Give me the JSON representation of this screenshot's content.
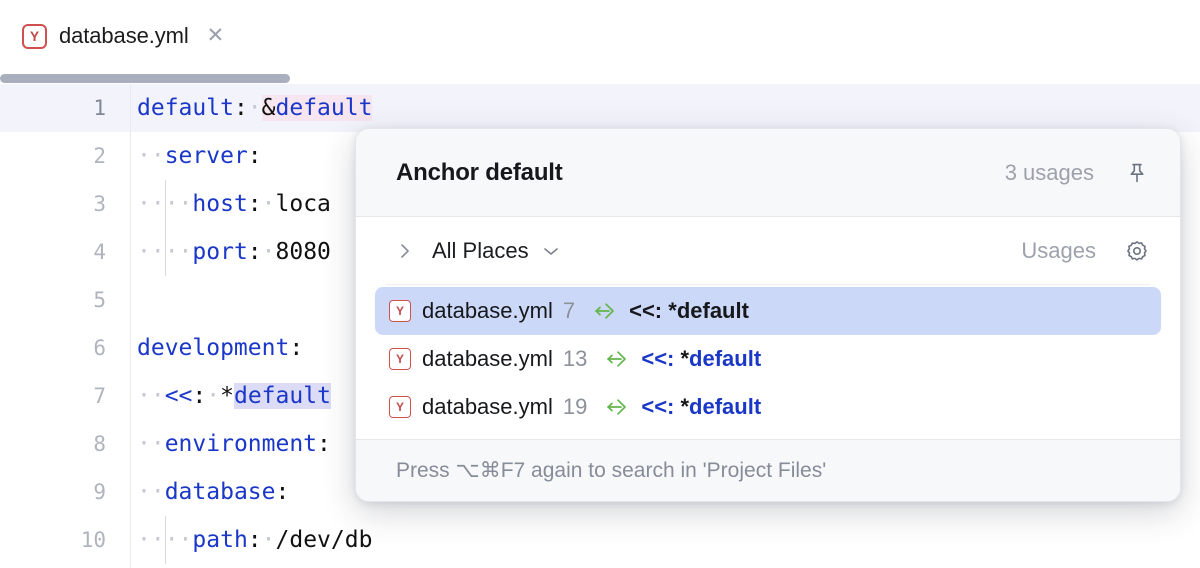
{
  "tab": {
    "file_icon": "yaml-file-icon",
    "icon_letter": "Y",
    "title": "database.yml",
    "close_glyph": "✕"
  },
  "editor": {
    "lines": [
      {
        "number": "1",
        "current": true,
        "indent_guides": 0,
        "segments": [
          {
            "text": "default",
            "style": "key"
          },
          {
            "text": ":",
            "style": "punc"
          },
          {
            "text": "·",
            "style": "ws"
          },
          {
            "text": "&",
            "style": "punc-hl"
          },
          {
            "text": "default",
            "style": "anchor-hl"
          }
        ]
      },
      {
        "number": "2",
        "current": false,
        "indent_guides": 0,
        "segments": [
          {
            "text": "··",
            "style": "ws"
          },
          {
            "text": "server",
            "style": "key"
          },
          {
            "text": ":",
            "style": "punc"
          }
        ]
      },
      {
        "number": "3",
        "current": false,
        "indent_guides": 1,
        "segments": [
          {
            "text": "··",
            "style": "ws"
          },
          {
            "text": "··",
            "style": "ws"
          },
          {
            "text": "host",
            "style": "key"
          },
          {
            "text": ":",
            "style": "punc"
          },
          {
            "text": "·",
            "style": "ws"
          },
          {
            "text": "loca",
            "style": "val"
          }
        ]
      },
      {
        "number": "4",
        "current": false,
        "indent_guides": 1,
        "segments": [
          {
            "text": "··",
            "style": "ws"
          },
          {
            "text": "··",
            "style": "ws"
          },
          {
            "text": "port",
            "style": "key"
          },
          {
            "text": ":",
            "style": "punc"
          },
          {
            "text": "·",
            "style": "ws"
          },
          {
            "text": "8080",
            "style": "val"
          }
        ]
      },
      {
        "number": "5",
        "current": false,
        "indent_guides": 0,
        "segments": []
      },
      {
        "number": "6",
        "current": false,
        "indent_guides": 0,
        "segments": [
          {
            "text": "development",
            "style": "key"
          },
          {
            "text": ":",
            "style": "punc"
          }
        ]
      },
      {
        "number": "7",
        "current": false,
        "indent_guides": 0,
        "segments": [
          {
            "text": "··",
            "style": "ws"
          },
          {
            "text": "<<",
            "style": "key"
          },
          {
            "text": ":",
            "style": "punc"
          },
          {
            "text": "·",
            "style": "ws"
          },
          {
            "text": "*",
            "style": "punc"
          },
          {
            "text": "default",
            "style": "usage-hl"
          }
        ]
      },
      {
        "number": "8",
        "current": false,
        "indent_guides": 0,
        "segments": [
          {
            "text": "··",
            "style": "ws"
          },
          {
            "text": "environment",
            "style": "key"
          },
          {
            "text": ":",
            "style": "punc"
          }
        ]
      },
      {
        "number": "9",
        "current": false,
        "indent_guides": 0,
        "segments": [
          {
            "text": "··",
            "style": "ws"
          },
          {
            "text": "database",
            "style": "key"
          },
          {
            "text": ":",
            "style": "punc"
          }
        ]
      },
      {
        "number": "10",
        "current": false,
        "indent_guides": 1,
        "segments": [
          {
            "text": "··",
            "style": "ws"
          },
          {
            "text": "··",
            "style": "ws"
          },
          {
            "text": "path",
            "style": "key"
          },
          {
            "text": ":",
            "style": "punc"
          },
          {
            "text": "·",
            "style": "ws"
          },
          {
            "text": "/dev/db",
            "style": "val"
          }
        ]
      }
    ]
  },
  "popup": {
    "title": "Anchor default",
    "usages_count": "3 usages",
    "pin_icon": "pin-icon",
    "expand_icon": "chevron-right-icon",
    "scope_label": "All Places",
    "scope_dropdown_icon": "chevron-down-icon",
    "usages_tab_label": "Usages",
    "settings_icon": "gear-icon",
    "results": [
      {
        "file_icon_letter": "Y",
        "file": "database.yml",
        "line": "7",
        "usage_icon": "read-access-icon",
        "snippet_op": "<<:",
        "snippet_star": "*",
        "snippet_name": "default",
        "selected": true
      },
      {
        "file_icon_letter": "Y",
        "file": "database.yml",
        "line": "13",
        "usage_icon": "read-access-icon",
        "snippet_op": "<<:",
        "snippet_star": "*",
        "snippet_name": "default",
        "selected": false
      },
      {
        "file_icon_letter": "Y",
        "file": "database.yml",
        "line": "19",
        "usage_icon": "read-access-icon",
        "snippet_op": "<<:",
        "snippet_star": "*",
        "snippet_name": "default",
        "selected": false
      }
    ],
    "footer_hint": "Press ⌥⌘F7 again to search in 'Project Files'"
  },
  "colors": {
    "accent_blue": "#1a37c8",
    "selection_blue": "#ccd8f8",
    "anchor_highlight": "#f7e6ef",
    "usage_highlight": "#dcdcf7",
    "yaml_icon_red": "#c34a4a",
    "usage_arrow_green": "#62b54a",
    "muted_text": "#8b9099"
  }
}
